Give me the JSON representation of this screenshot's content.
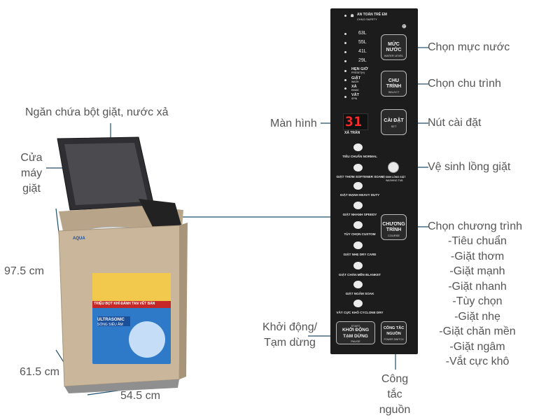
{
  "labels": {
    "compartment": "Ngăn chứa bột giặt, nước xả",
    "door": [
      "Cửa",
      "máy",
      "giặt"
    ],
    "height": "97.5 cm",
    "depth": "61.5 cm",
    "width": "54.5 cm",
    "water_level": "Chọn mực nước",
    "cycle": "Chọn chu trình",
    "display": "Màn hình",
    "settings": "Nút cài đặt",
    "clean_tub": "Vệ sinh lồng giặt",
    "program": "Chọn chương trình",
    "programs": [
      "-Tiêu chuẩn",
      "-Giặt thơm",
      "-Giặt mạnh",
      "-Giặt nhanh",
      "-Tùy chọn",
      "-Giặt nhẹ",
      "-Giặt chăn mền",
      "-Giặt ngâm",
      "-Vắt cực khô"
    ],
    "start": [
      "Khởi động/",
      "Tạm dừng"
    ],
    "power": [
      "Công",
      "tắc",
      "nguồn"
    ]
  },
  "panel": {
    "child_lock": "AN TOÀN TRẺ EM",
    "child_lock_en": "CHILD SAFETY",
    "water_levels": [
      "63L",
      "55L",
      "41L",
      "29L"
    ],
    "timer_items": [
      "HẸN GIỜ",
      "GIẶT",
      "XẢ",
      "VẮT"
    ],
    "timer_items_en": [
      "PRESET(H)",
      "WASH",
      "RINSE",
      "SPIN"
    ],
    "display_value": "31",
    "rinse_label": "XẢ TRÀN",
    "btn_water": [
      "MỨC",
      "NƯỚC",
      "WATER LEVEL"
    ],
    "btn_cycle": [
      "CHU",
      "TRÌNH",
      "SELECT"
    ],
    "btn_set": [
      "CÀI ĐẶT",
      "SET"
    ],
    "btn_clean": [
      "VỆ SINH LỒNG GIẶT",
      "WASHING TUB"
    ],
    "btn_program": [
      "CHƯƠNG",
      "TRÌNH",
      "COURSE"
    ],
    "btn_start": [
      "START",
      "KHỞI ĐỘNG",
      "TẠM DỪNG",
      "PAUSE"
    ],
    "btn_power": [
      "CÔNG TẮC",
      "NGUỒN",
      "POWER SWITCH"
    ],
    "program_items": [
      "TIÊU CHUẨN NORMAL",
      "GIẶT THƠM SOFTENER SOAK",
      "GIẶT MẠNH HEAVY DUTY",
      "GIẶT NHANH SPEEDY",
      "TÙY CHỌN CUSTOM",
      "GIẶT NHẸ DRY CARE",
      "GIẶT CHĂN MỀN BLANKET",
      "GIẶT NGÂM SOAK",
      "VẮT CỰC KHÔ CYCLONE DRY"
    ]
  },
  "washer": {
    "brand": "AQUA",
    "tag": "ULTRASONIC",
    "tag2": "SÓNG SIÊU ÂM",
    "banner": "TRIỆU BỌT KHÍ ĐÁNH TAN VẾT BẨN"
  },
  "colors": {
    "panel_bg": "#1c1c1c",
    "washer_body": "#c9b69b",
    "line": "#1f4f6e"
  }
}
